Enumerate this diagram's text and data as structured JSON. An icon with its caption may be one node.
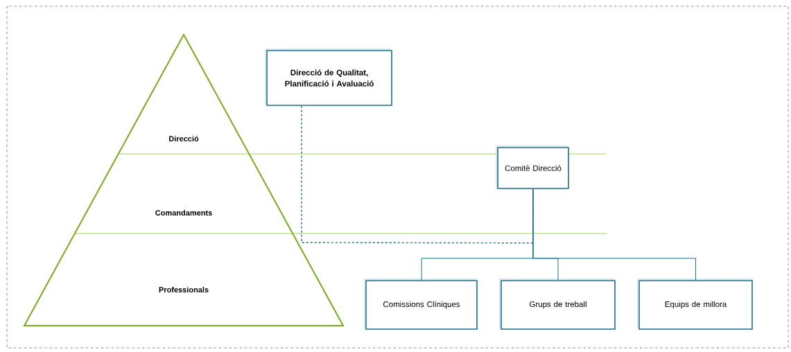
{
  "diagram": {
    "nodes": [
      {
        "text": [
          "Direcció"
        ]
      },
      {
        "text": [
          "Comandaments"
        ]
      },
      {
        "text": [
          "Professionals"
        ]
      },
      {
        "text": [
          "Direcció de Qualitat, Planificació i Avaluació"
        ]
      },
      {
        "text": [
          "Comitè Direcció"
        ]
      },
      {
        "text": [
          "Comissions Clíniques"
        ]
      },
      {
        "text": [
          "Grups de treball"
        ]
      },
      {
        "text": [
          "Equips de millora"
        ]
      }
    ],
    "edges": [
      {
        "from": 3,
        "to": 4,
        "arrow": "none",
        "style": "dashed"
      },
      {
        "from": 4,
        "to": 5,
        "arrow": "none"
      },
      {
        "from": 4,
        "to": 6,
        "arrow": "none"
      },
      {
        "from": 4,
        "to": 7,
        "arrow": "none"
      }
    ]
  }
}
